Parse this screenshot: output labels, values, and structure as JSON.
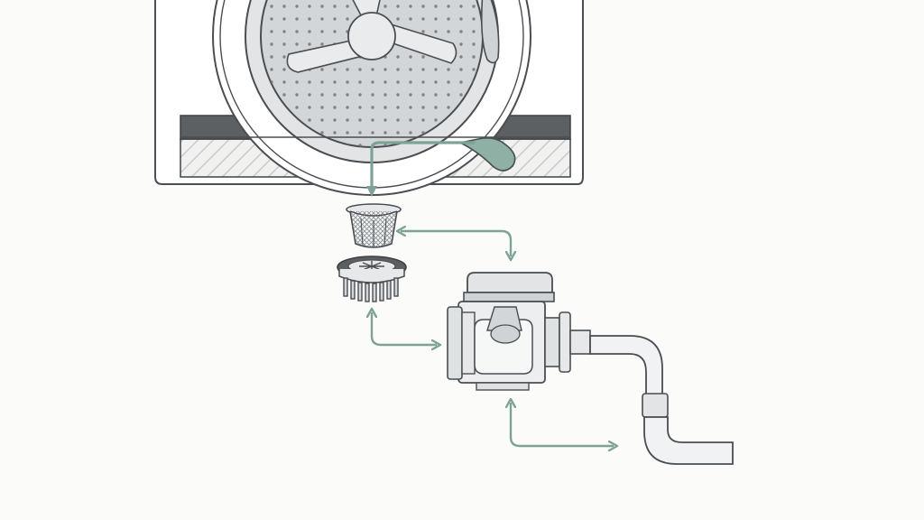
{
  "diagram": {
    "components": [
      {
        "id": "washing-machine-drum",
        "icon": "drum-icon"
      },
      {
        "id": "drain-outlet",
        "icon": "outlet-icon"
      },
      {
        "id": "mesh-strainer",
        "icon": "strainer-icon"
      },
      {
        "id": "drain-filter-cap",
        "icon": "filter-icon"
      },
      {
        "id": "drain-pump",
        "icon": "pump-icon"
      },
      {
        "id": "drain-hose",
        "icon": "hose-icon"
      }
    ],
    "connectors": [
      {
        "from": "drain-outlet",
        "to": "mesh-strainer",
        "style": "single-arrow"
      },
      {
        "from": "mesh-strainer",
        "to": "drain-pump",
        "style": "double-arrow"
      },
      {
        "from": "drain-filter-cap",
        "to": "drain-pump",
        "style": "double-arrow"
      },
      {
        "from": "drain-pump",
        "to": "drain-hose",
        "style": "double-arrow"
      }
    ],
    "colors": {
      "accent": "#7fa296",
      "outline": "#4a4e52",
      "metal_light": "#e6e8e9",
      "metal_mid": "#cfd3d5",
      "dark_base": "#5d6063",
      "background": "#fbfbfa"
    }
  }
}
